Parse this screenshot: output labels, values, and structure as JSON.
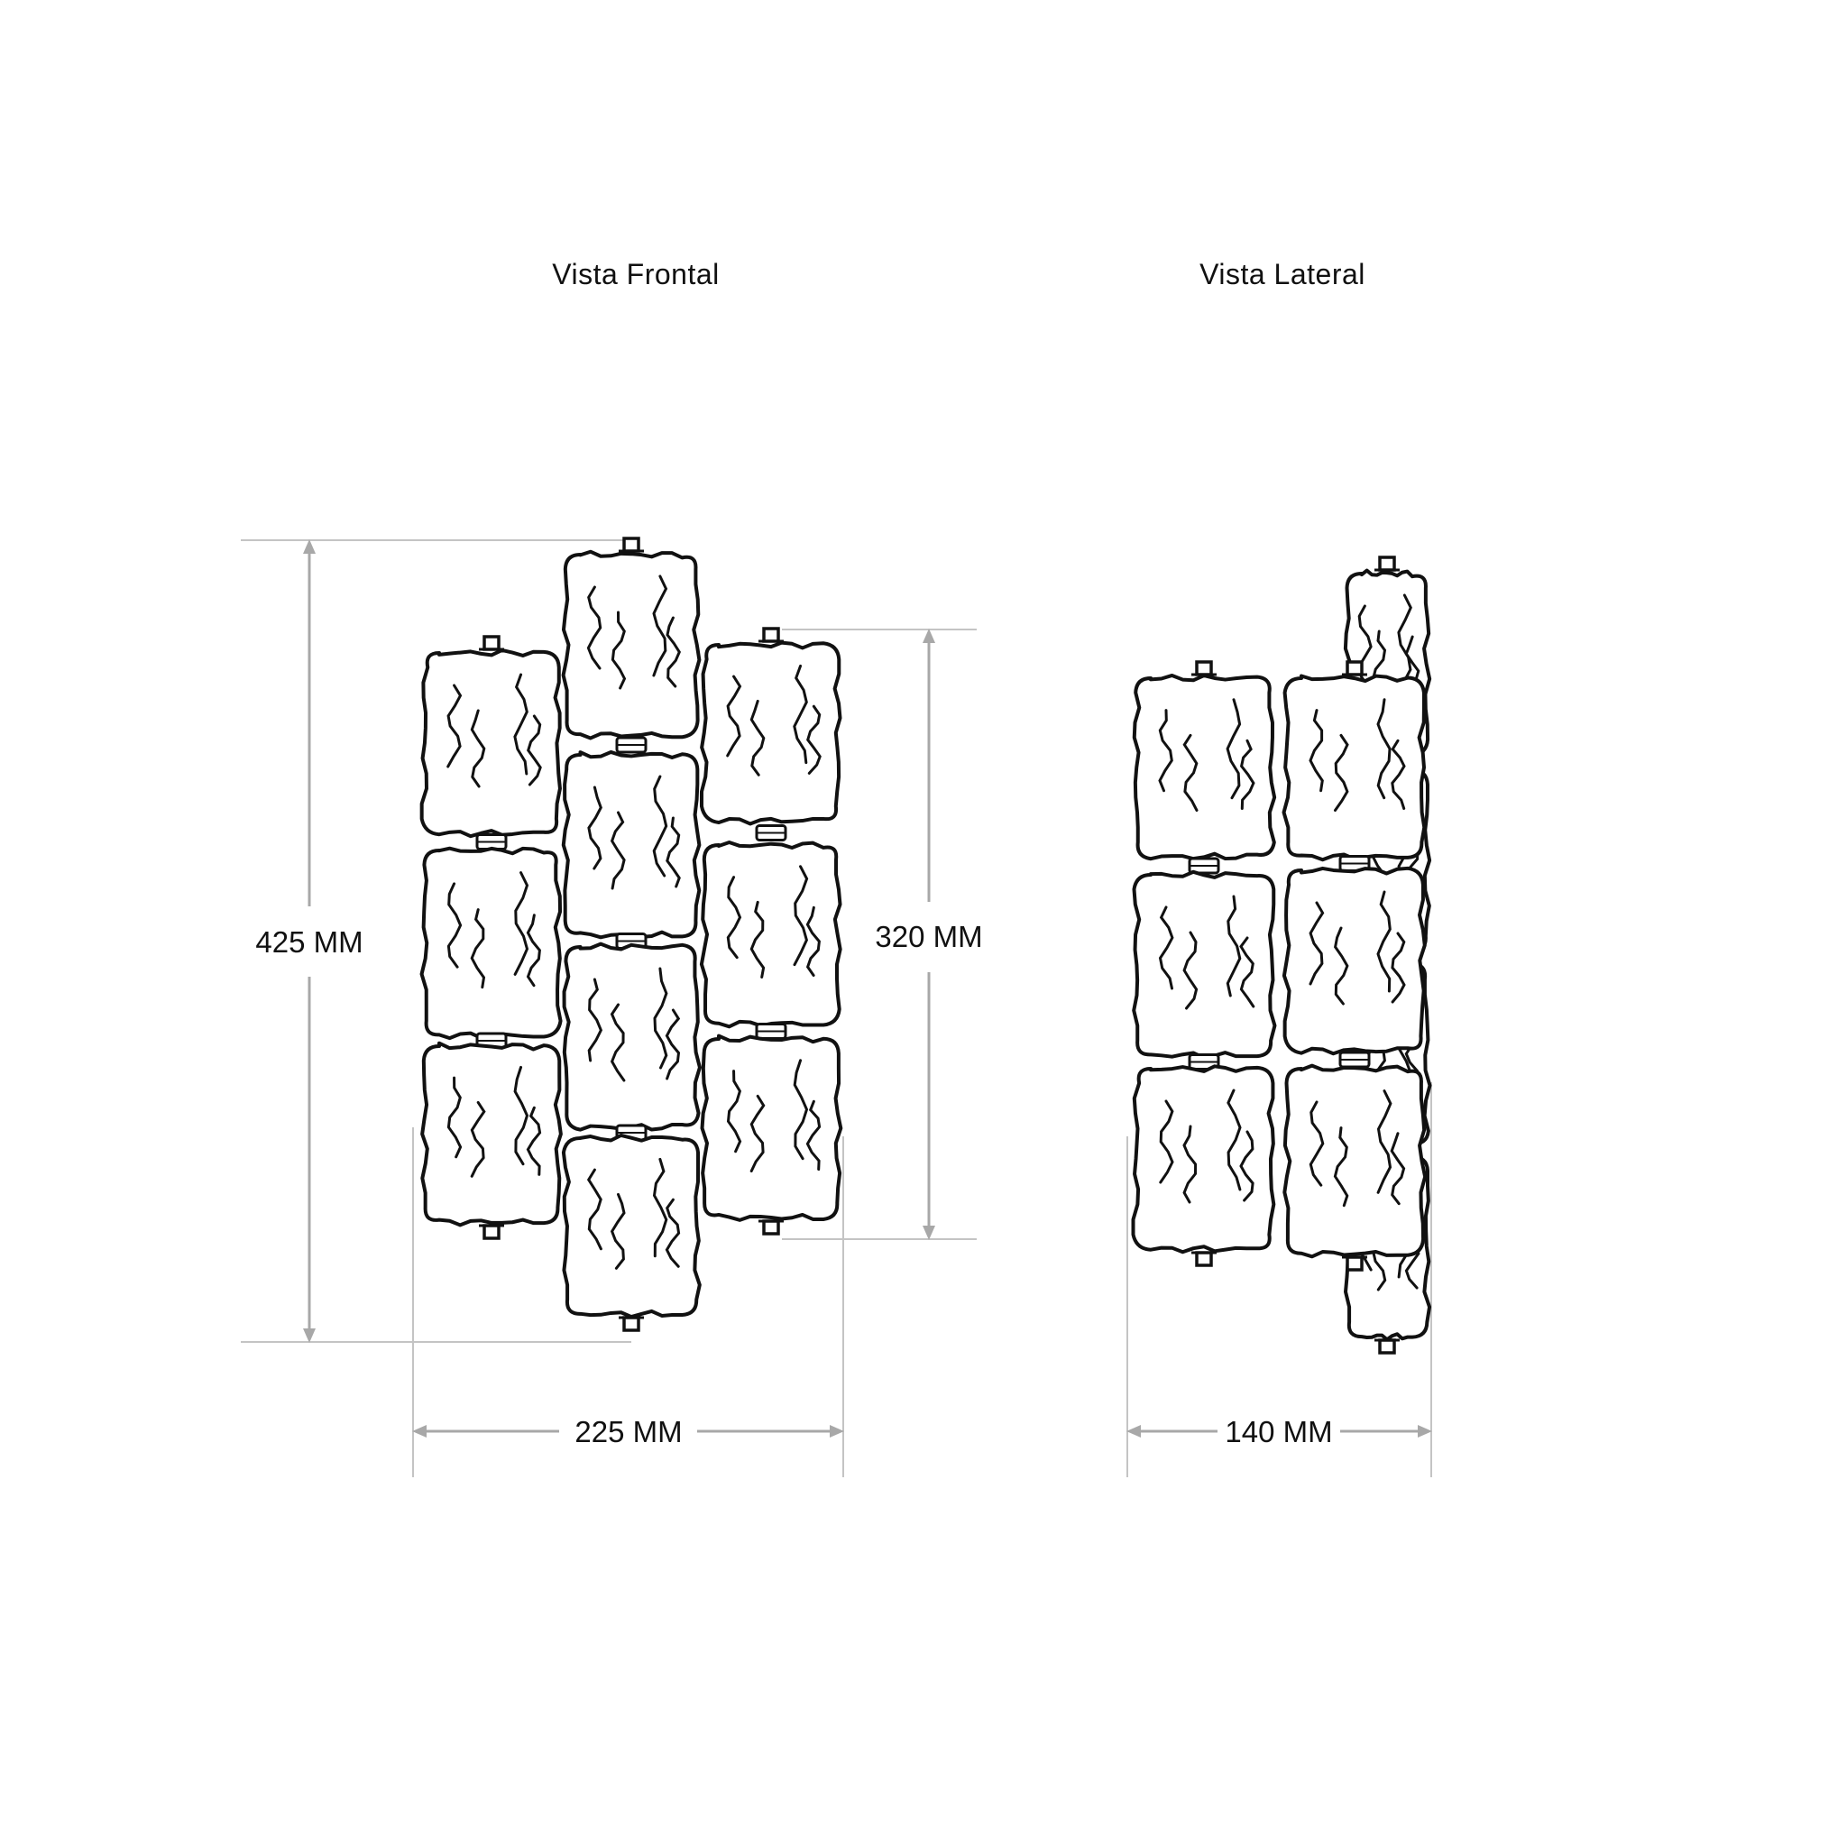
{
  "views": {
    "front": {
      "title": "Vista Frontal"
    },
    "side": {
      "title": "Vista Lateral"
    }
  },
  "dimensions": {
    "front_height": "425 MM",
    "front_width": "225 MM",
    "front_column_height": "320 MM",
    "side_depth": "140 MM"
  },
  "colors": {
    "line": "#111111",
    "dimension": "#a8a8a8",
    "background": "#ffffff"
  }
}
